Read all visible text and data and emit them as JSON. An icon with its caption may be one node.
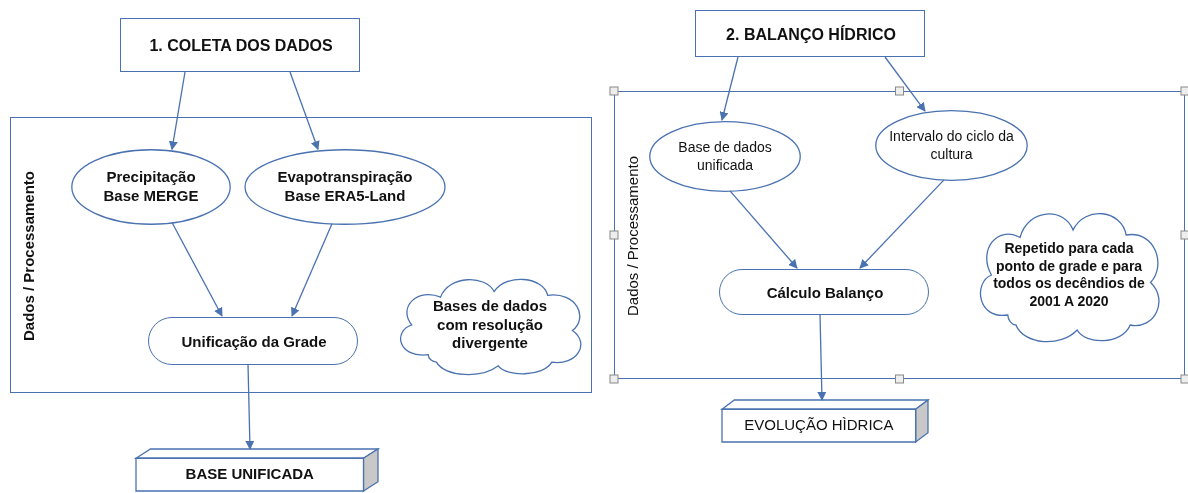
{
  "diagram": {
    "nodes": [
      {
        "text": [
          "1. COLETA DOS DADOS"
        ]
      },
      {
        "text": [
          "Dados / Processamento"
        ]
      },
      {
        "text": [
          "Precipitação Base MERGE"
        ],
        "in": 1
      },
      {
        "text": [
          "Evapotranspiração Base ERA5-Land"
        ],
        "in": 1
      },
      {
        "text": [
          "Unificação da Grade"
        ],
        "in": 1
      },
      {
        "text": [
          "Bases de dados com resolução divergente"
        ],
        "in": 1
      },
      {
        "text": [
          "BASE UNIFICADA"
        ]
      },
      {
        "text": [
          "2. BALANÇO HÍDRICO"
        ]
      },
      {
        "text": [
          "Dados / Processamento"
        ]
      },
      {
        "text": [
          "Base de dados unificada"
        ],
        "in": 8
      },
      {
        "text": [
          "Intervalo do ciclo da cultura"
        ],
        "in": 8
      },
      {
        "text": [
          "Cálculo Balanço"
        ],
        "in": 8
      },
      {
        "text": [
          "Repetido para cada ponto de grade e para todos os decêndios de 2001 A 2020"
        ],
        "in": 8
      },
      {
        "text": [
          "EVOLUÇÃO HÌDRICA"
        ]
      }
    ],
    "edges": [
      {
        "from": 0,
        "to": 2,
        "arrow": "to"
      },
      {
        "from": 0,
        "to": 3,
        "arrow": "to"
      },
      {
        "from": 2,
        "to": 4,
        "arrow": "to"
      },
      {
        "from": 3,
        "to": 4,
        "arrow": "to"
      },
      {
        "from": 4,
        "to": 6,
        "arrow": "to"
      },
      {
        "from": 7,
        "to": 9,
        "arrow": "to"
      },
      {
        "from": 7,
        "to": 10,
        "arrow": "to"
      },
      {
        "from": 9,
        "to": 11,
        "arrow": "to"
      },
      {
        "from": 10,
        "to": 11,
        "arrow": "to"
      },
      {
        "from": 11,
        "to": 13,
        "arrow": "to"
      }
    ]
  }
}
